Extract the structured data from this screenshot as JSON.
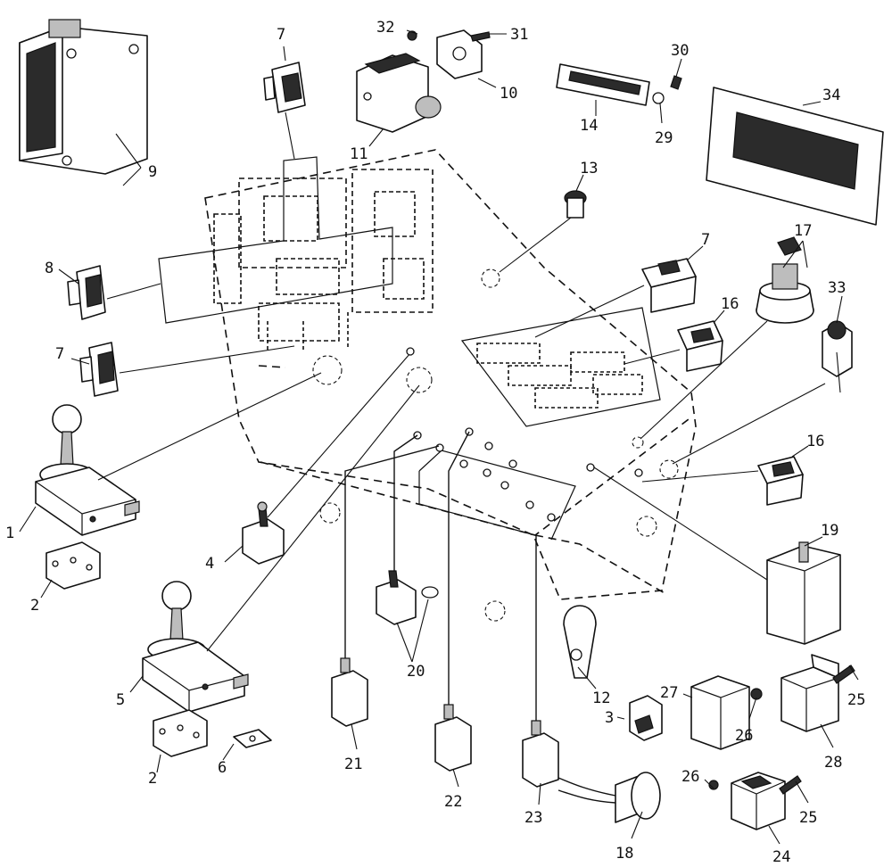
{
  "callouts": {
    "c1": "1",
    "c2a": "2",
    "c2b": "2",
    "c3": "3",
    "c4": "4",
    "c5": "5",
    "c6": "6",
    "c7a": "7",
    "c7b": "7",
    "c7c": "7",
    "c8": "8",
    "c9": "9",
    "c10": "10",
    "c11": "11",
    "c12": "12",
    "c13": "13",
    "c14": "14",
    "c16a": "16",
    "c16b": "16",
    "c17": "17",
    "c18": "18",
    "c19": "19",
    "c20": "20",
    "c21": "21",
    "c22": "22",
    "c23": "23",
    "c24": "24",
    "c25a": "25",
    "c25b": "25",
    "c26a": "26",
    "c26b": "26",
    "c27": "27",
    "c28": "28",
    "c29": "29",
    "c30": "30",
    "c31": "31",
    "c32": "32",
    "c33": "33",
    "c34": "34"
  },
  "colors": {
    "ink": "#111111",
    "paper": "#ffffff"
  }
}
